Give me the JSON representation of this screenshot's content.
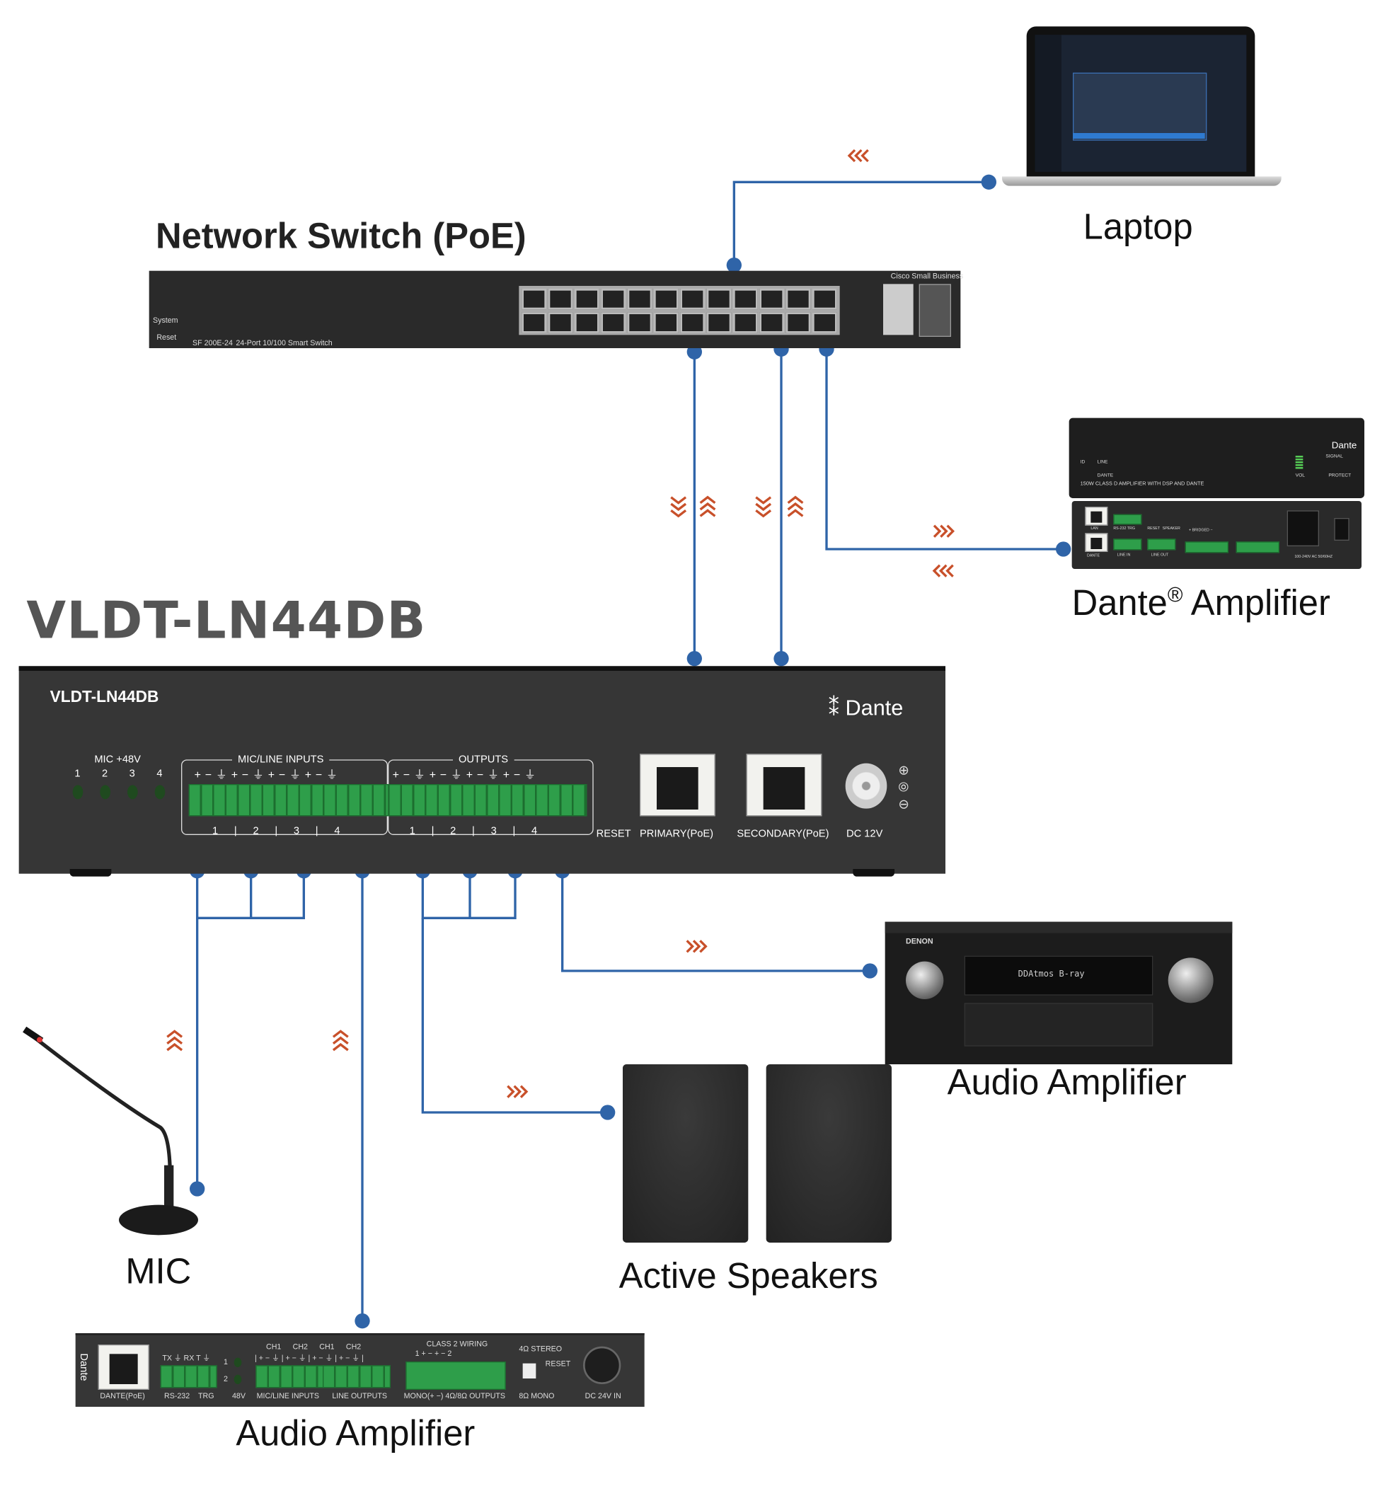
{
  "titles": {
    "switch": "Network Switch (PoE)",
    "device": "VLDT-LN44DB",
    "laptop": "Laptop",
    "dante_amp": "Dante",
    "dante_amp_reg": "®",
    "dante_amp_suffix": " Amplifier",
    "receiver": "Audio Amplifier",
    "speakers": "Active Speakers",
    "mic": "MIC",
    "bottom_amp": "Audio Amplifier"
  },
  "colors": {
    "wire": "#2f64a8",
    "arrow": "#c8502a",
    "device": "#333333",
    "terminal": "#2e9e4a"
  },
  "switch": {
    "brand": "Cisco Small Business",
    "model": "SF 200E-24",
    "desc": "24-Port 10/100 Smart Switch",
    "system": "System",
    "reset": "Reset"
  },
  "device": {
    "model": "VLDT-LN44DB",
    "brand": "Dante",
    "mic48v": "MIC +48V",
    "mic_nums": [
      "1",
      "2",
      "3",
      "4"
    ],
    "inputs": "MIC/LINE INPUTS",
    "outputs": "OUTPUTS",
    "pins": "+ − ⏚ + − ⏚ + − ⏚ + − ⏚",
    "ch_nums": "1 | 2 | 3 | 4",
    "reset": "RESET",
    "primary": "PRIMARY(PoE)",
    "secondary": "SECONDARY(PoE)",
    "dc": "DC 12V"
  },
  "dante_amp": {
    "brand": "Dante",
    "front_text": "150W CLASS D AMPLIFIER WITH DSP AND DANTE",
    "id": "ID",
    "line": "LINE",
    "dante": "DANTE",
    "vol": "VOL",
    "signal": "SIGNAL",
    "protect": "PROTECT",
    "lan": "LAN",
    "dante_port": "DANTE",
    "rs232": "RS-232 TRG",
    "reset": "RESET",
    "speaker": "SPEAKER",
    "line_in": "LINE IN",
    "line_out": "LINE OUT",
    "bridged": "+ BRIDGED −",
    "ac": "100-240V AC 50/60HZ"
  },
  "receiver": {
    "brand": "DENON",
    "display": "DDAtmos   B-ray"
  },
  "bottom_amp": {
    "brand": "Dante",
    "dante_poe": "DANTE(PoE)",
    "rs_pins": "TX ⏚ RX  T ⏚",
    "rs232": "RS-232",
    "trg": "TRG",
    "v48": "48V",
    "led_nums": [
      "1",
      "2"
    ],
    "ch_heads": "CH1   CH2   CH1   CH2",
    "ch_pins": "| + − ⏚ | + − ⏚ | + − ⏚ | + − ⏚ |",
    "mic_line": "MIC/LINE INPUTS",
    "line_out": "LINE OUTPUTS",
    "class2": "CLASS 2 WIRING",
    "class2_pins": "1   +  −   +  −   2",
    "mono_out": "MONO(+  −) 4Ω/8Ω OUTPUTS",
    "stereo": "4Ω STEREO",
    "mono": "8Ω MONO",
    "reset": "RESET",
    "dc": "DC 24V IN"
  }
}
